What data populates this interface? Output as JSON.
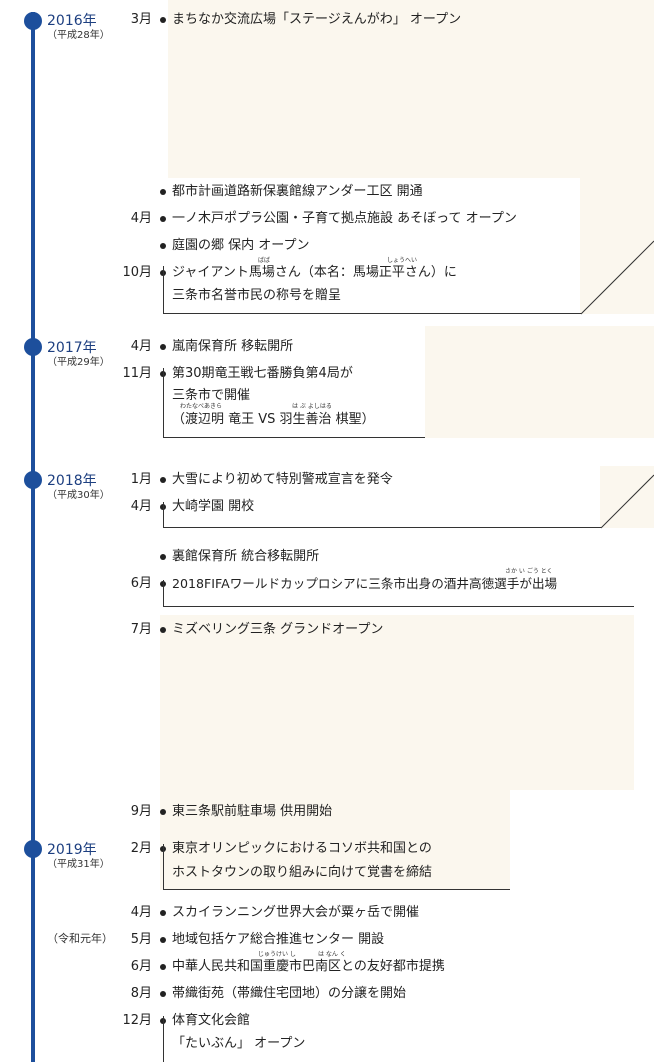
{
  "years": [
    {
      "year": "2016年",
      "era": "（平成28年）"
    },
    {
      "year": "2017年",
      "era": "（平成29年）"
    },
    {
      "year": "2018年",
      "era": "（平成30年）"
    },
    {
      "year": "2019年",
      "era": "（平成31年）",
      "era2": "（令和元年）"
    }
  ],
  "entries": [
    {
      "month": "3月",
      "lines": [
        "まちなか交流広場「ステージえんがわ」 オープン"
      ]
    },
    {
      "month": "",
      "lines": [
        "都市計画道路新保裏館線アンダー工区 開通"
      ]
    },
    {
      "month": "4月",
      "lines": [
        "一ノ木戸ポプラ公園・子育て拠点施設 あそぼって オープン"
      ]
    },
    {
      "month": "",
      "lines": [
        "庭園の郷 保内 オープン"
      ]
    },
    {
      "month": "10月",
      "lines": [
        "ジャイアント馬場さん（本名：馬場正平さん）に",
        "三条市名誉市民の称号を贈呈"
      ]
    },
    {
      "month": "4月",
      "lines": [
        "嵐南保育所 移転開所"
      ]
    },
    {
      "month": "11月",
      "lines": [
        "第30期竜王戦七番勝負第4局が",
        "三条市で開催",
        "（渡辺明 竜王 VS 羽生善治 棋聖）"
      ]
    },
    {
      "month": "1月",
      "lines": [
        "大雪により初めて特別警戒宣言を発令"
      ]
    },
    {
      "month": "4月",
      "lines": [
        "大崎学園 開校"
      ]
    },
    {
      "month": "",
      "lines": [
        "裏館保育所 統合移転開所"
      ]
    },
    {
      "month": "6月",
      "lines": [
        "2018FIFAワールドカップロシアに三条市出身の酒井高徳選手が出場"
      ]
    },
    {
      "month": "7月",
      "lines": [
        "ミズベリング三条 グランドオープン"
      ]
    },
    {
      "month": "9月",
      "lines": [
        "東三条駅前駐車場 供用開始"
      ]
    },
    {
      "month": "2月",
      "lines": [
        "東京オリンピックにおけるコソボ共和国との",
        "ホストタウンの取り組みに向けて覚書を締結"
      ]
    },
    {
      "month": "4月",
      "lines": [
        "スカイランニング世界大会が粟ヶ岳で開催"
      ]
    },
    {
      "month": "5月",
      "lines": [
        "地域包括ケア総合推進センター 開設"
      ]
    },
    {
      "month": "6月",
      "lines": [
        "中華人民共和国重慶市巴南区との友好都市提携"
      ]
    },
    {
      "month": "8月",
      "lines": [
        "帯織街苑（帯織住宅団地）の分譲を開始"
      ]
    },
    {
      "month": "12月",
      "lines": [
        "体育文化会館",
        "「たいぶん」 オープン"
      ]
    }
  ],
  "furigana": [
    "ばば",
    "しょうへい",
    "わたなべあきら",
    "は ぶ よしはる",
    "さか い ごう とく",
    "じゅうけい し",
    "は なん く"
  ],
  "colors": {
    "timeline": "#1d4f9c",
    "cream": "#fbf7ee"
  }
}
